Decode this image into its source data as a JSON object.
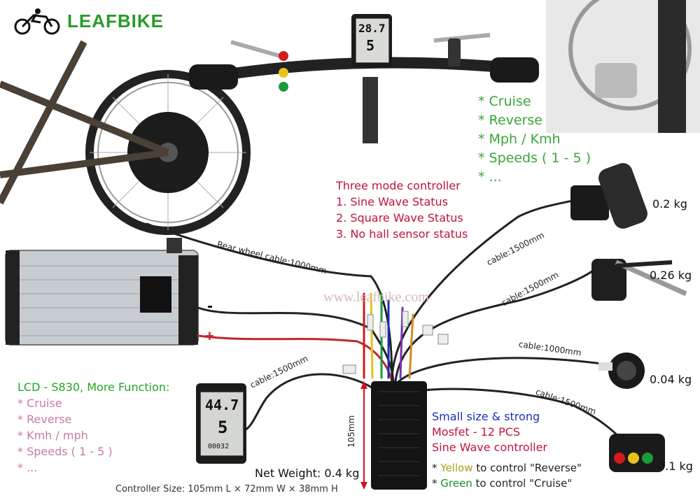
{
  "logo": {
    "brand": "LEAFBIKE"
  },
  "features": [
    "* Cruise",
    "* Reverse",
    "* Mph / Kmh",
    "* Speeds ( 1 - 5 )",
    "* ..."
  ],
  "mode_controller": {
    "title": "Three mode controller",
    "items": [
      "1. Sine Wave Status",
      "2. Square Wave Status",
      "3. No hall sensor status"
    ]
  },
  "watermark": "www.leafbike.com",
  "cables": {
    "rear_wheel": "Rear wheel cable:1000mm",
    "throttle": "cable:1500mm",
    "brake": "cable:1500mm",
    "pas": "cable:1000mm",
    "switch": "cable:1500mm",
    "lcd": "cable:1500mm"
  },
  "weights": {
    "throttle": "0.2 kg",
    "brake": "0.26 kg",
    "pas": "0.04 kg",
    "switch": "0.1 kg"
  },
  "battery": {
    "minus": "-",
    "plus": "+"
  },
  "lcd_info": {
    "head": "LCD - S830, More Function:",
    "items": [
      "* Cruise",
      "* Reverse",
      "* Kmh / mph",
      "* Speeds ( 1 - 5 )",
      "* ..."
    ]
  },
  "controller": {
    "height_label": "105mm",
    "line1": "Small size & strong",
    "line2": "Mosfet - 12 PCS",
    "line3": "Sine Wave controller"
  },
  "notes": {
    "n1_prefix": "* ",
    "n1_color": "Yellow",
    "n1_rest": " to control \"Reverse\"",
    "n2_prefix": "* ",
    "n2_color": "Green",
    "n2_rest": " to control \"Cruise\""
  },
  "net_weight": "Net Weight: 0.4 kg",
  "controller_size": "Controller Size: 105mm L × 72mm W × 38mm H",
  "display_readouts": {
    "top_speed": "28.7",
    "top_pas": "5",
    "bottom_speed": "44.7",
    "bottom_pas": "5",
    "bottom_odo": "00032"
  },
  "colors": {
    "feature_green": "#3aa53a",
    "mode_red": "#c0153a",
    "lcd_pink": "#c87aa8",
    "blue": "#1c2fb8"
  }
}
